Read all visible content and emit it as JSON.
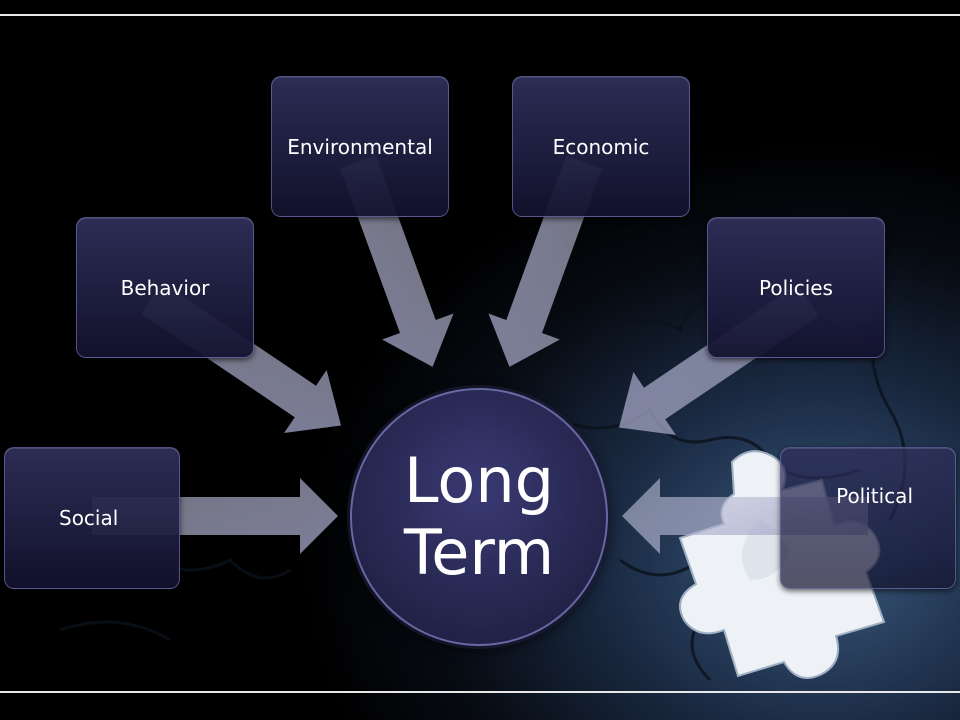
{
  "diagram": {
    "center_label": "Long Term",
    "nodes": {
      "social": "Social",
      "behavior": "Behavior",
      "environmental": "Environmental",
      "economic": "Economic",
      "policies": "Policies",
      "political": "Political"
    }
  },
  "colors": {
    "node_fill": "#26264f",
    "node_border": "#6e6eaa",
    "arrow_fill": "#a8aac8",
    "background_glow": "#3a5a7e",
    "puzzle_piece": "#eef2f6",
    "text": "#ffffff"
  }
}
